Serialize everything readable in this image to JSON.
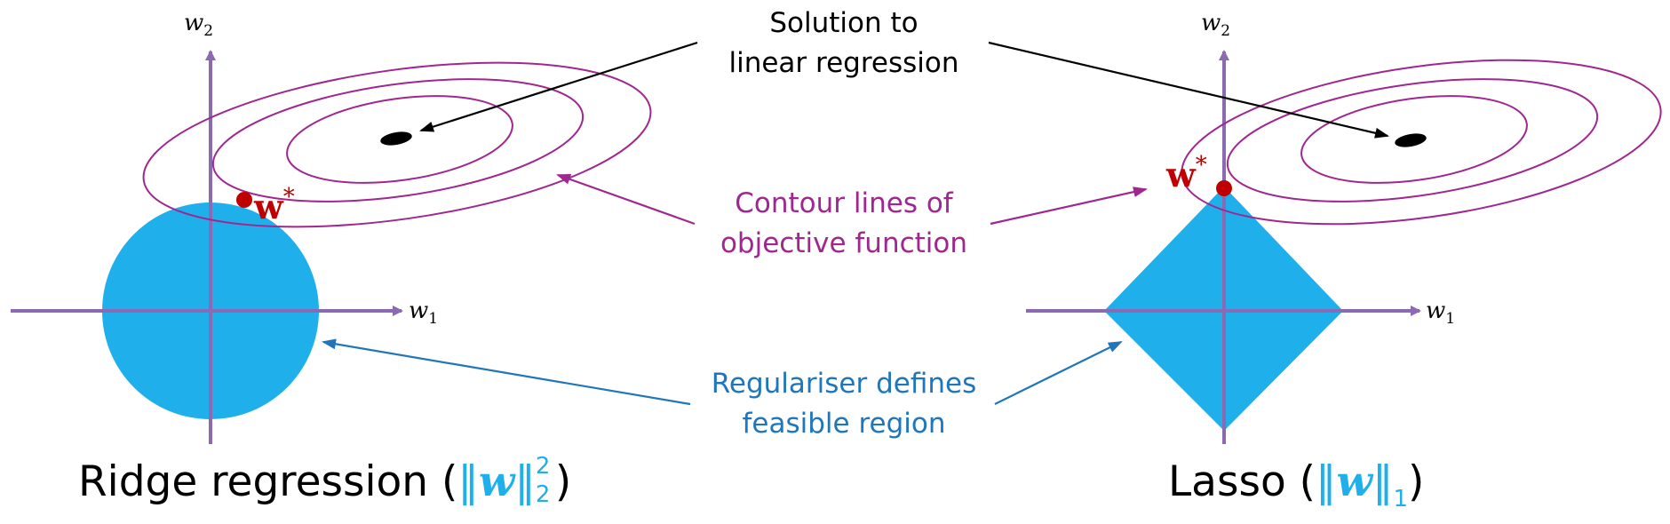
{
  "colors": {
    "axis": "#8a6bb3",
    "contour": "#a0278f",
    "region": "#1fb0ec",
    "optimum_marker": "#c00000",
    "solution_label": "#000000",
    "contour_label": "#a0278f",
    "regulariser_label": "#1f76bb",
    "title_text": "#000000",
    "title_norm": "#1fb0ec"
  },
  "annotations": {
    "solution": {
      "line1": "Solution to",
      "line2": "linear regression"
    },
    "contours": {
      "line1": "Contour lines of",
      "line2": "objective function"
    },
    "regulariser": {
      "line1": "Regulariser defines",
      "line2": "feasible region"
    }
  },
  "ridge": {
    "axis_x_label": "w",
    "axis_x_sub": "1",
    "axis_y_label": "w",
    "axis_y_sub": "2",
    "optimum_label": "w",
    "optimum_sup": "*",
    "title_text": "Ridge regression (",
    "title_norm_bars_open": "‖",
    "title_norm_var": "w",
    "title_norm_bars_close": "‖",
    "title_norm_sup": "2",
    "title_norm_sub": "2",
    "title_close": ")"
  },
  "lasso": {
    "axis_x_label": "w",
    "axis_x_sub": "1",
    "axis_y_label": "w",
    "axis_y_sub": "2",
    "optimum_label": "w",
    "optimum_sup": "*",
    "title_text": "Lasso (",
    "title_norm_bars_open": "‖",
    "title_norm_var": "w",
    "title_norm_bars_close": "‖",
    "title_norm_sub": "1",
    "title_close": ")"
  }
}
